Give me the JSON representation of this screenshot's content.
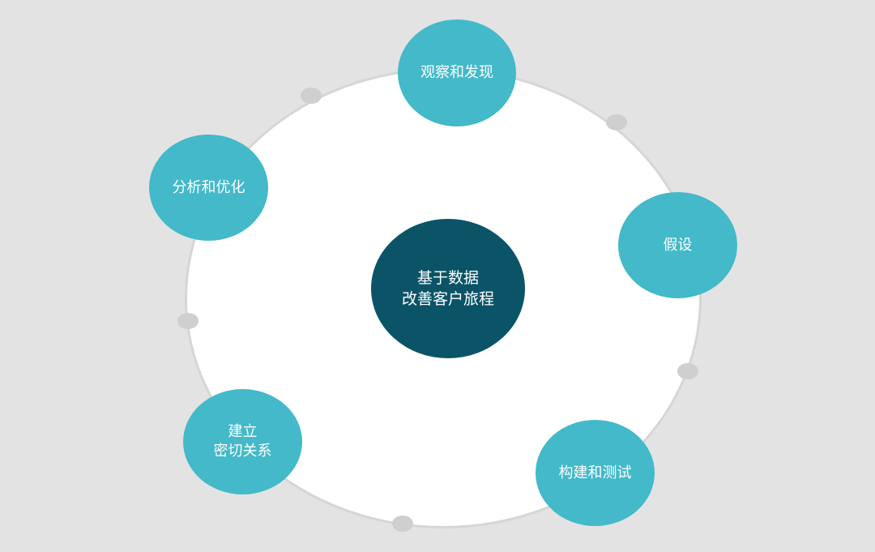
{
  "diagram": {
    "center": {
      "line1": "基于数据",
      "line2": "改善客户旅程",
      "color": "#0b5468"
    },
    "nodes": [
      {
        "id": "observe",
        "line1": "观察和发现",
        "line2": ""
      },
      {
        "id": "hypothesis",
        "line1": "假设",
        "line2": ""
      },
      {
        "id": "build-test",
        "line1": "构建和测试",
        "line2": ""
      },
      {
        "id": "relationship",
        "line1": "建立",
        "line2": "密切关系"
      },
      {
        "id": "analyze",
        "line1": "分析和优化",
        "line2": ""
      }
    ],
    "node_color": "#43b9c9",
    "ring_color": "#ffffff",
    "connector_dot_color": "#cfcfcf",
    "background_color": "#e3e3e3"
  }
}
